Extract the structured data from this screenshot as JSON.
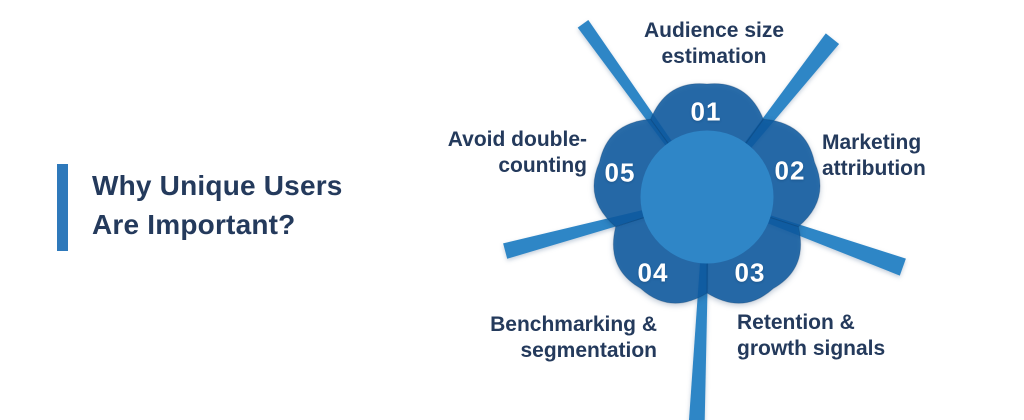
{
  "header": {
    "title": "Why Unique Users\nAre Important?"
  },
  "diagram": {
    "colors": {
      "accent_bar": "#2E79BB",
      "ring": "#2D6FAA",
      "ring_base_fill": "#0E5A9E",
      "center_circle": "#2F86C7",
      "ray": "#2E86C6",
      "text": "#243A5C",
      "number_text": "#FFFFFF"
    },
    "items": [
      {
        "number": "01",
        "label": "Audience size\nestimation"
      },
      {
        "number": "02",
        "label": "Marketing\nattribution"
      },
      {
        "number": "03",
        "label": "Retention &\ngrowth signals"
      },
      {
        "number": "04",
        "label": "Benchmarking &\nsegmentation"
      },
      {
        "number": "05",
        "label": "Avoid double-\ncounting"
      }
    ]
  }
}
